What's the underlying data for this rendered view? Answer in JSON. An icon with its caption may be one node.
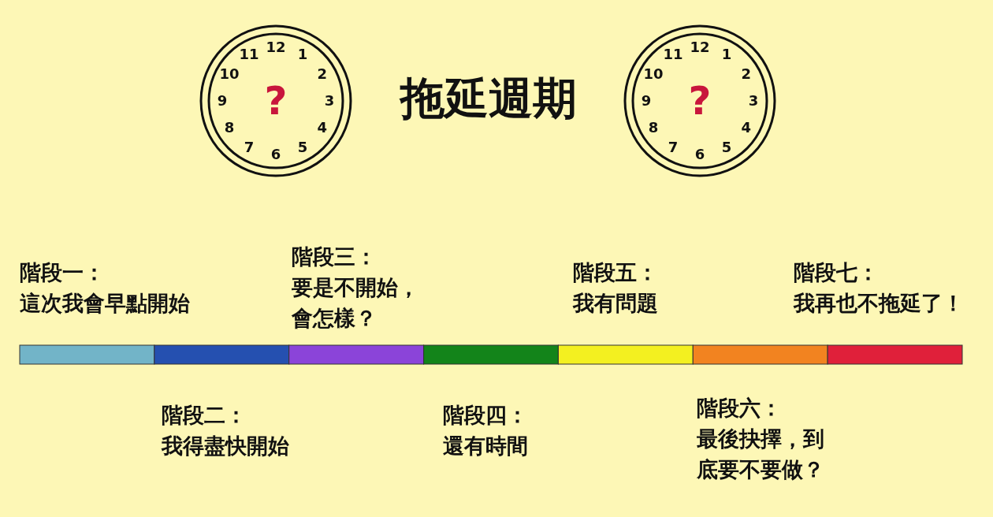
{
  "diagram": {
    "title": "拖延週期",
    "labels": [
      "12",
      "1",
      "2",
      "3",
      "4",
      "5",
      "6",
      "7",
      "8",
      "9",
      "10",
      "11",
      "?",
      "12",
      "1",
      "2",
      "3",
      "4",
      "5",
      "6",
      "7",
      "8",
      "9",
      "10",
      "11",
      "?",
      "階段一：",
      "這次我會早點開始",
      "階段三：",
      "要是不開始，會怎樣？",
      "階段五：",
      "我有問題",
      "階段七：",
      "我再也不拖延了！",
      "階段二：",
      "我得盡快開始",
      "階段四：",
      "還有時間",
      "階段六：",
      "最後抉擇，到底要不要做？"
    ]
  }
}
